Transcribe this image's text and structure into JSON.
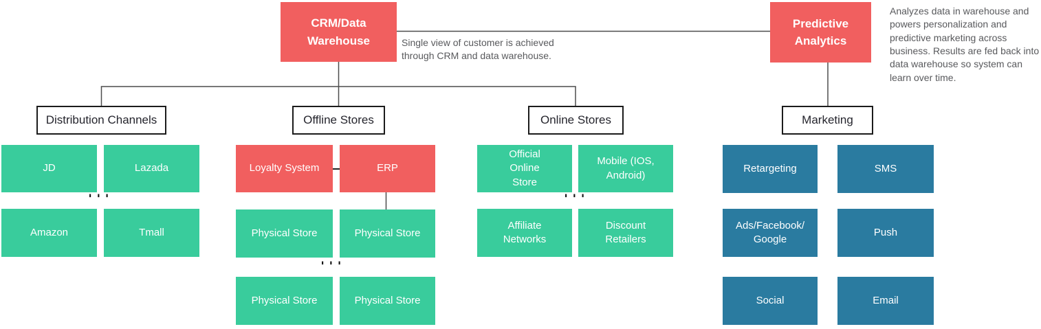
{
  "diagram": {
    "crm": {
      "label": "CRM/Data Warehouse",
      "note": "Single view of customer is achieved through CRM and data warehouse."
    },
    "predictive": {
      "label": "Predictive Analytics",
      "note": "Analyzes data in warehouse and powers personalization and predictive marketing across business. Results are fed back into data warehouse so system can learn over time."
    },
    "groups": {
      "distribution": {
        "title": "Distribution Channels",
        "items": {
          "jd": "JD",
          "lazada": "Lazada",
          "amazon": "Amazon",
          "tmall": "Tmall"
        }
      },
      "offline": {
        "title": "Offline Stores",
        "items": {
          "loyalty": "Loyalty System",
          "erp": "ERP",
          "physical1": "Physical Store",
          "physical2": "Physical Store",
          "physical3": "Physical Store",
          "physical4": "Physical Store"
        }
      },
      "online": {
        "title": "Online Stores",
        "items": {
          "official": "Official Online Store",
          "mobile": "Mobile (IOS, Android)",
          "affiliate": "Affiliate Networks",
          "discount": "Discount Retailers"
        }
      },
      "marketing": {
        "title": "Marketing",
        "items": {
          "retargeting": "Retargeting",
          "sms": "SMS",
          "ads": "Ads/Facebook/Google",
          "push": "Push",
          "social": "Social",
          "email": "Email"
        }
      }
    },
    "more_marker": "'''",
    "colors": {
      "node_red": "#F15F5F",
      "node_green": "#39CC9C",
      "node_blue": "#2A7BA0",
      "connector": "#4c4c4c"
    }
  }
}
